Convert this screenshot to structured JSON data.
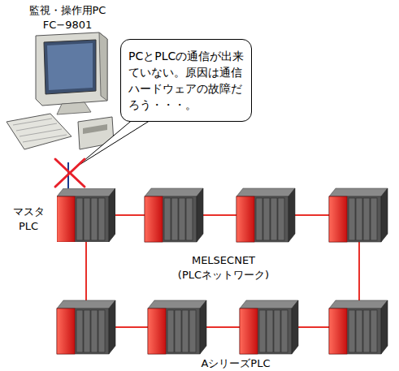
{
  "diagram": {
    "nodes": [
      {
        "text": [
          "監視・操作用PC FC−9801"
        ]
      },
      {
        "text": [
          "PCとPLCの通信が出来ていない。原因は通信ハードウェアの故障だろう・・・。"
        ]
      },
      {
        "text": [
          "マスタ PLC"
        ]
      }
    ],
    "edges": [
      {
        "from": 0,
        "to": 2,
        "arrow": "none"
      }
    ],
    "labels": [
      "MELSECNET (PLCネットワーク)",
      "AシリーズPLC"
    ]
  }
}
